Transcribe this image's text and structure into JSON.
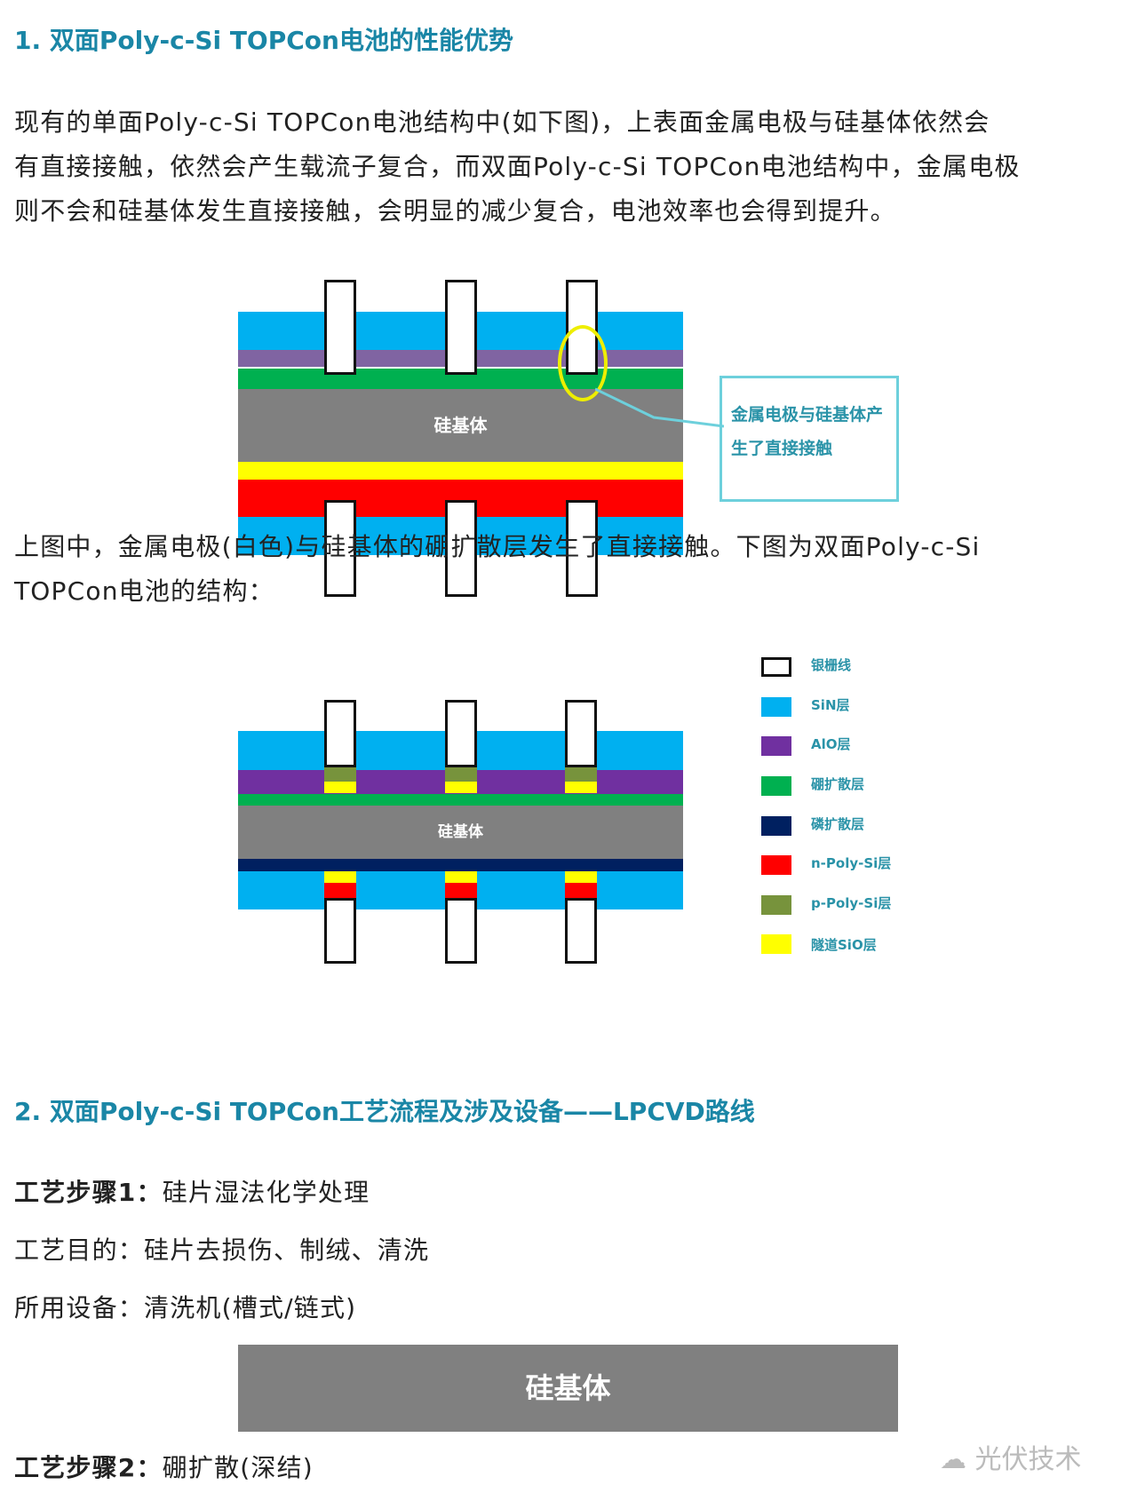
{
  "section1": {
    "heading": "1. 双面Poly-c-Si TOPCon电池的性能优势",
    "para1": [
      "现有的单面Poly-c-Si TOPCon电池结构中(如下图)，上表面金属电极与硅基体依然会",
      "有直接接触，依然会产生载流子复合，而双面Poly-c-Si TOPCon电池结构中，金属电极",
      "则不会和硅基体发生直接接触，会明显的减少复合，电池效率也会得到提升。"
    ],
    "diagram1": {
      "substrate_label": "硅基体",
      "callout": [
        "金属电极与硅基体产",
        "生了直接接触"
      ]
    },
    "para2": [
      "上图中，金属电极(白色)与硅基体的硼扩散层发生了直接接触。下图为双面Poly-c-Si",
      "TOPCon电池的结构："
    ],
    "diagram2": {
      "substrate_label": "硅基体",
      "legend": [
        {
          "label": "银栅线",
          "color": "#ffffff"
        },
        {
          "label": "SiN层",
          "color": "#00b0f0"
        },
        {
          "label": "AlO层",
          "color": "#7030a0"
        },
        {
          "label": "硼扩散层",
          "color": "#00b050"
        },
        {
          "label": "磷扩散层",
          "color": "#002060"
        },
        {
          "label": "n-Poly-Si层",
          "color": "#ff0000"
        },
        {
          "label": "p-Poly-Si层",
          "color": "#77933c"
        },
        {
          "label": "隧道SiO层",
          "color": "#ffff00"
        }
      ]
    }
  },
  "section2": {
    "heading": "2. 双面Poly-c-Si TOPCon工艺流程及涉及设备——LPCVD路线",
    "step1": {
      "label": "工艺步骤1：",
      "value": "硅片湿法化学处理"
    },
    "purpose": {
      "label": "工艺目的：",
      "value": "硅片去损伤、制绒、清洗"
    },
    "equipment": {
      "label": "所用设备：",
      "value": "清洗机(槽式/链式)"
    },
    "substrate_label": "硅基体",
    "step2": {
      "label": "工艺步骤2：",
      "value": "硼扩散(深结)"
    }
  },
  "watermark": "光伏技术"
}
